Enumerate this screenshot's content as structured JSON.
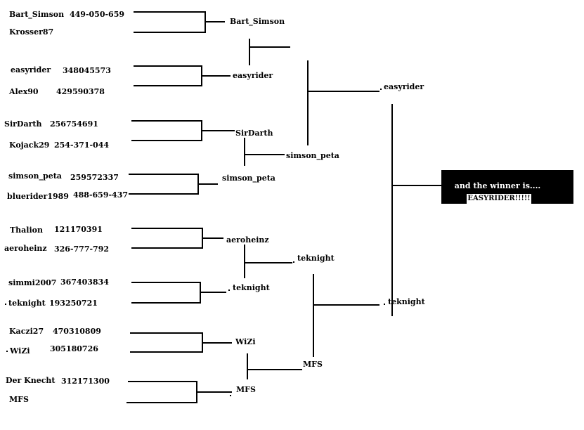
{
  "round1": {
    "m1": {
      "p1": "Bart_Simson",
      "n1": "449-050-659",
      "p2": "Krosser87",
      "n2": ""
    },
    "m2": {
      "p1": "easyrider",
      "n1": "348045573",
      "p2": "Alex90",
      "n2": "429590378"
    },
    "m3": {
      "p1": "SirDarth",
      "n1": "256754691",
      "p2": "Kojack29",
      "n2": "254-371-044"
    },
    "m4": {
      "p1": "simson_peta",
      "n1": "259572337",
      "p2": "bluerider1989",
      "n2": "488-659-437"
    },
    "m5": {
      "p1": "Thalion",
      "n1": "121170391",
      "p2": "aeroheinz",
      "n2": "326-777-792"
    },
    "m6": {
      "p1": "simmi2007",
      "n1": "367403834",
      "p2": "teknight",
      "n2": "193250721"
    },
    "m7": {
      "p1": "Kaczi27",
      "n1": "470310809",
      "p2": "WiZi",
      "n2": "305180726"
    },
    "m8": {
      "p1": "Der Knecht",
      "n1": "312171300",
      "p2": "MFS",
      "n2": ""
    }
  },
  "round2": {
    "w1": "Bart_Simson",
    "w2": "easyrider",
    "w3": "SirDarth",
    "w4": "simson_peta",
    "w5": "aeroheinz",
    "w6": "teknight",
    "w7": "WiZi",
    "w8": "MFS"
  },
  "round3": {
    "w1": "",
    "w2": "simson_peta",
    "w3": "teknight",
    "w4": "MFS"
  },
  "round4": {
    "w1": "easyrider",
    "w2": "teknight"
  },
  "winner": {
    "line1": "and the winner is....",
    "line2": "EASYRIDER!!!!!"
  }
}
